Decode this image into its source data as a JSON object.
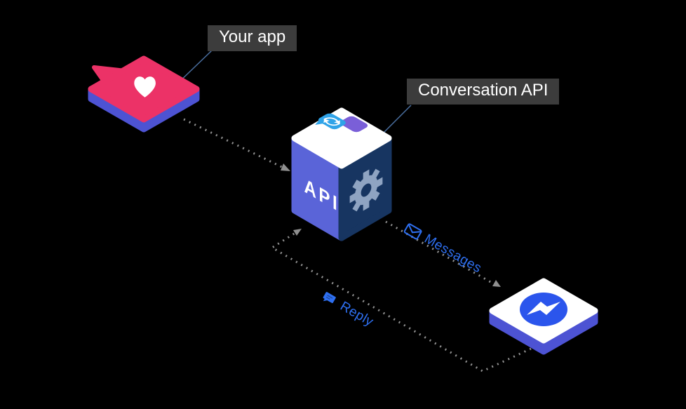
{
  "labels": {
    "your_app": "Your app",
    "conversation_api": "Conversation API"
  },
  "cube": {
    "api_text": "API"
  },
  "flows": {
    "messages": "Messages",
    "reply": "Reply"
  },
  "icons": {
    "your_app_tile": "heart-icon",
    "cube_top": "chat-sync-icon",
    "cube_right": "gear-icon",
    "messenger": "messenger-bolt-icon",
    "messages_flow": "envelope-icon",
    "reply_flow": "chat-bubble-icon"
  },
  "colors": {
    "background": "#000000",
    "label_bg": "#3c3c3c",
    "label_text": "#ffffff",
    "app_pink": "#ec3267",
    "tile_side": "#4d53d3",
    "cube_left": "#5a64d8",
    "cube_right": "#173561",
    "cube_top": "#ffffff",
    "gear": "#8fa4c2",
    "bubble_purple": "#7a5fd8",
    "bubble_blue": "#2fa3e8",
    "messenger_blue": "#2b55ec",
    "flow_text": "#2e6ff0",
    "dotted_line": "#8f8f8f",
    "leader_line": "#4a6fa0",
    "anchor_dot": "#16355f"
  }
}
